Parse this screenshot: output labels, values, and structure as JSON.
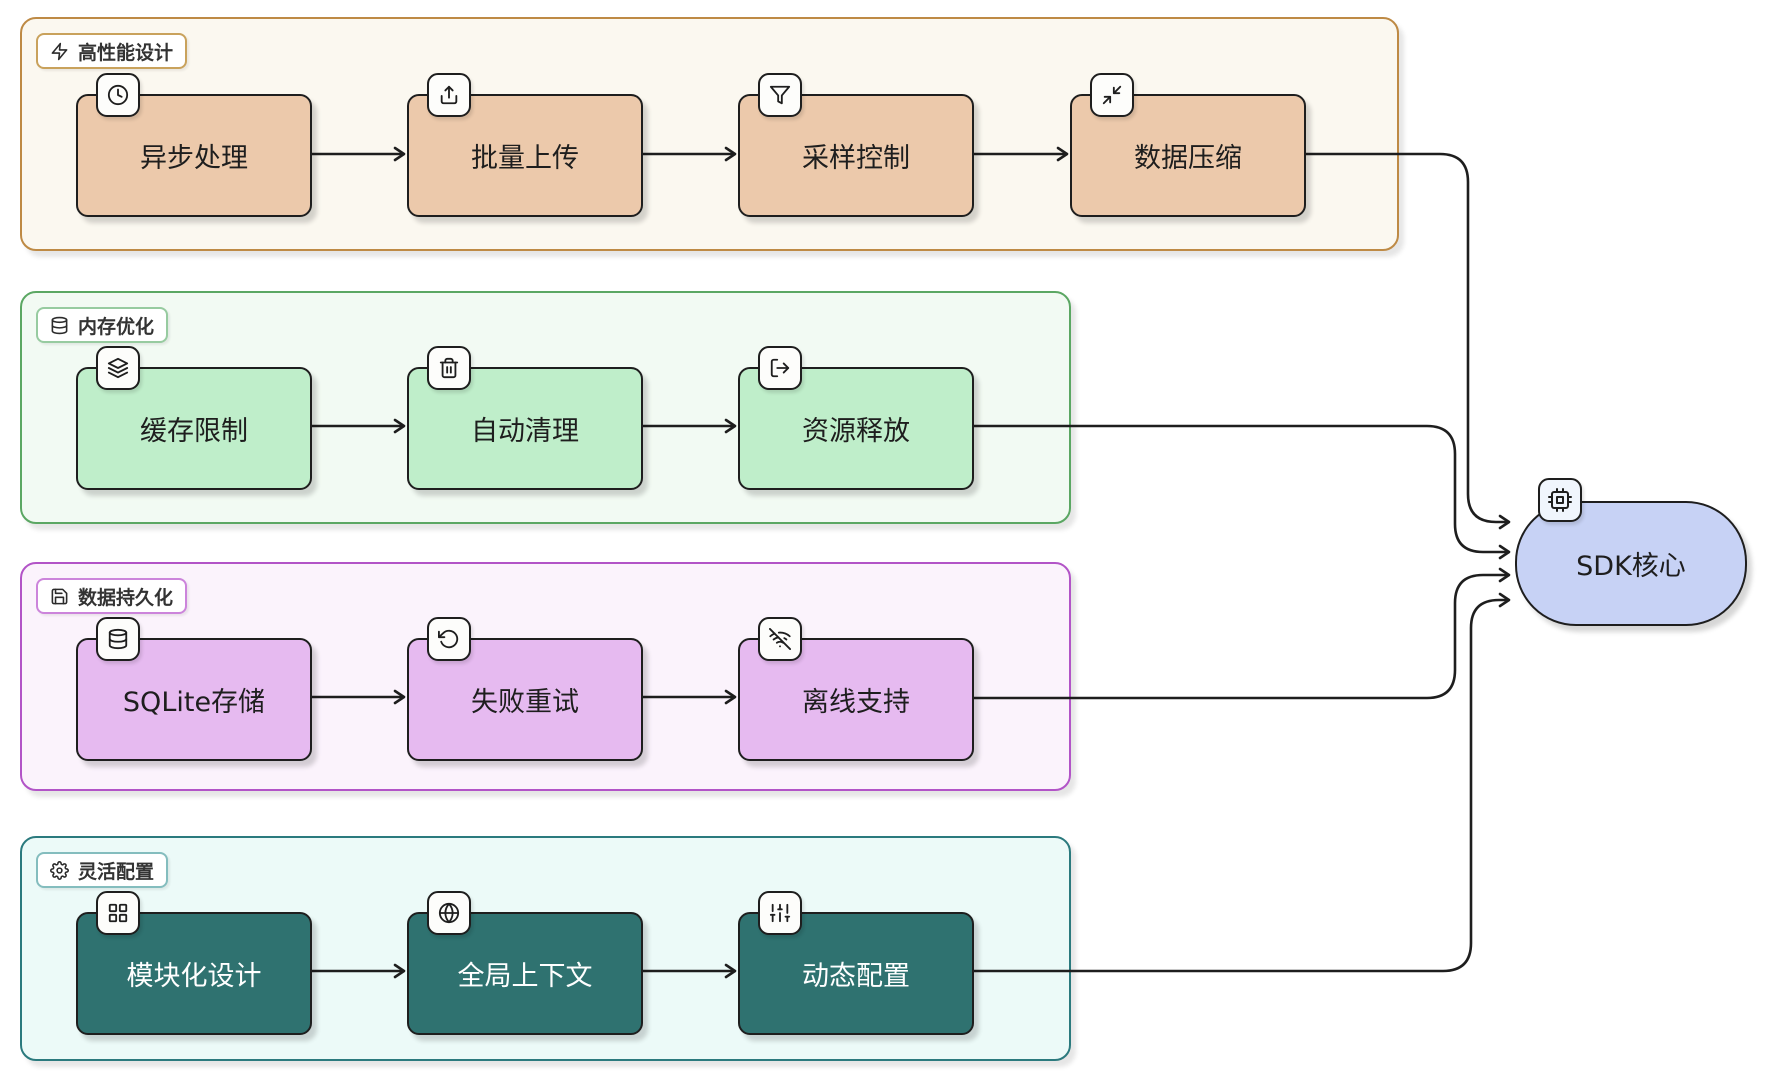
{
  "diagram": {
    "groups": [
      {
        "id": "high-performance",
        "label": "高性能设计",
        "icon": "zap-icon",
        "border_color": "#BE8A45",
        "bg_color": "#FBF8F0",
        "node_color": "#ECC9AB",
        "nodes": [
          {
            "label": "异步处理",
            "icon": "clock-icon"
          },
          {
            "label": "批量上传",
            "icon": "upload-icon"
          },
          {
            "label": "采样控制",
            "icon": "funnel-icon"
          },
          {
            "label": "数据压缩",
            "icon": "compress-icon"
          }
        ]
      },
      {
        "id": "memory-optimization",
        "label": "内存优化",
        "icon": "database-icon",
        "border_color": "#5BA763",
        "bg_color": "#F2FAF3",
        "node_color": "#BFEECA",
        "nodes": [
          {
            "label": "缓存限制",
            "icon": "layers-icon"
          },
          {
            "label": "自动清理",
            "icon": "trash-icon"
          },
          {
            "label": "资源释放",
            "icon": "log-out-icon"
          }
        ]
      },
      {
        "id": "data-persistence",
        "label": "数据持久化",
        "icon": "save-icon",
        "border_color": "#B254C7",
        "bg_color": "#FBF3FC",
        "node_color": "#E6BAF0",
        "nodes": [
          {
            "label": "SQLite存储",
            "icon": "database-icon"
          },
          {
            "label": "失败重试",
            "icon": "rotate-ccw-icon"
          },
          {
            "label": "离线支持",
            "icon": "wifi-off-icon"
          }
        ]
      },
      {
        "id": "flexible-config",
        "label": "灵活配置",
        "icon": "gear-icon",
        "border_color": "#2B7A7E",
        "bg_color": "#ECFAF8",
        "node_color": "#2F7270",
        "node_text_color": "#FFFFFF",
        "nodes": [
          {
            "label": "模块化设计",
            "icon": "grid-icon"
          },
          {
            "label": "全局上下文",
            "icon": "globe-icon"
          },
          {
            "label": "动态配置",
            "icon": "sliders-icon"
          }
        ]
      }
    ],
    "core": {
      "label": "SDK核心",
      "icon": "cpu-icon",
      "fill_color": "#C7D2F5"
    },
    "colors": {
      "canvas": "#FFFFFF",
      "stroke": "#1E1E1E"
    }
  }
}
